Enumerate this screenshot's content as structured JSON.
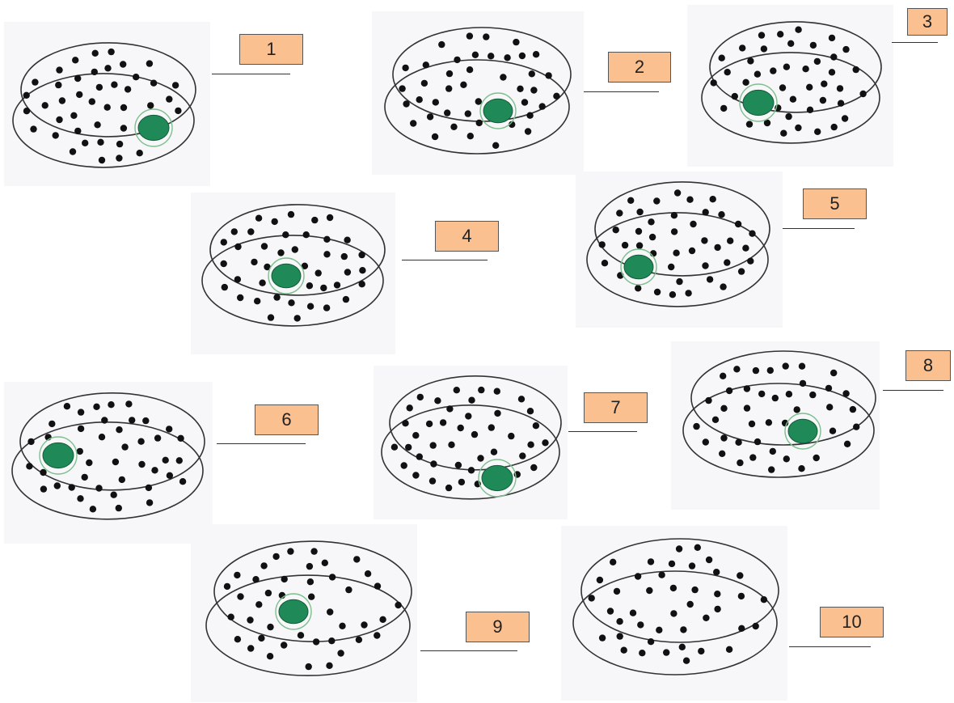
{
  "colors": {
    "label_fill": "#fac090",
    "label_border": "#555555",
    "disc": "#1f8a57",
    "disc_halo": "#7fbf8f",
    "dot": "#111111",
    "dish_outline": "#333333",
    "panel_background": "#f7f7f9"
  },
  "dishes": [
    {
      "label": "1",
      "has_disc": true,
      "disc_position": "lower-right"
    },
    {
      "label": "2",
      "has_disc": true,
      "disc_position": "center"
    },
    {
      "label": "3",
      "has_disc": true,
      "disc_position": "left-center"
    },
    {
      "label": "4",
      "has_disc": true,
      "disc_position": "center"
    },
    {
      "label": "5",
      "has_disc": true,
      "disc_position": "lower-left"
    },
    {
      "label": "6",
      "has_disc": true,
      "disc_position": "left"
    },
    {
      "label": "7",
      "has_disc": true,
      "disc_position": "bottom-center"
    },
    {
      "label": "8",
      "has_disc": true,
      "disc_position": "center-right"
    },
    {
      "label": "9",
      "has_disc": true,
      "disc_position": "upper-center"
    },
    {
      "label": "10",
      "has_disc": false,
      "disc_position": ""
    }
  ]
}
